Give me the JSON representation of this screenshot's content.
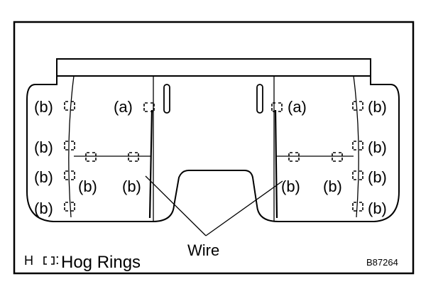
{
  "labels": {
    "a": "(a)",
    "b": "(b)",
    "wire": "Wire",
    "legend_key": "H",
    "legend_text": "Hog Rings",
    "figure_code": "B87264"
  },
  "colors": {
    "ink": "#000000",
    "paper": "#ffffff"
  }
}
